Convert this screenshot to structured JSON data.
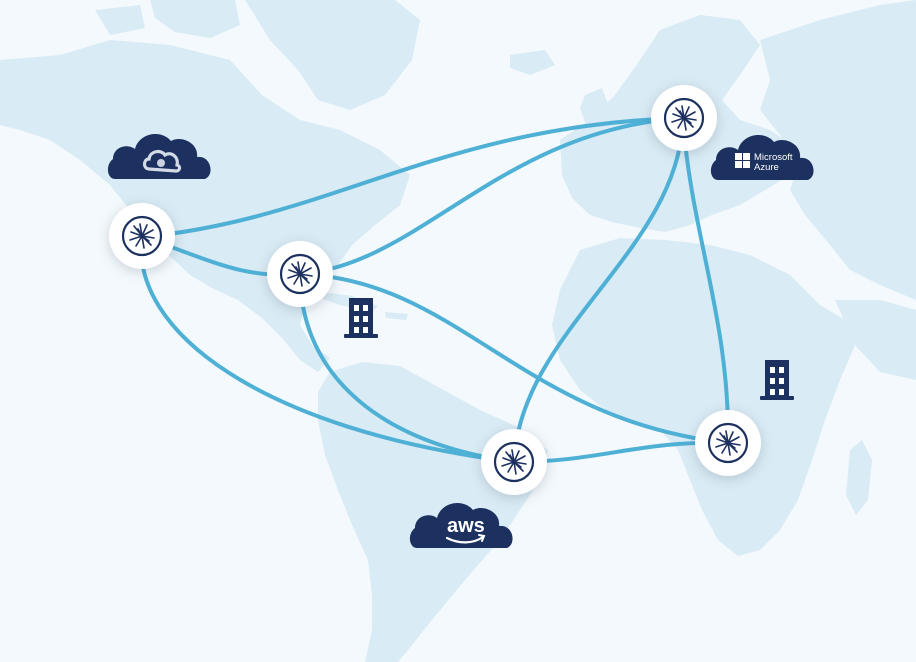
{
  "diagram": {
    "colors": {
      "background": "#f3f9fc",
      "land": "#d9ebf4",
      "link": "#4fb0d6",
      "node_fill": "#ffffff",
      "node_ring": "#1c3160",
      "icon_dark": "#1c3160"
    },
    "nodes": [
      {
        "id": "n-west-na",
        "icon": "starburst-icon"
      },
      {
        "id": "n-east-na",
        "icon": "starburst-icon"
      },
      {
        "id": "n-europe",
        "icon": "starburst-icon"
      },
      {
        "id": "n-south-america",
        "icon": "starburst-icon"
      },
      {
        "id": "n-africa",
        "icon": "starburst-icon"
      }
    ],
    "clouds": {
      "google": {
        "icon": "google-cloud-icon"
      },
      "azure": {
        "line1": "Microsoft",
        "line2": "Azure",
        "icon": "windows-logo-icon"
      },
      "aws": {
        "label": "aws",
        "icon": "amazon-smile-icon"
      }
    },
    "buildings": [
      {
        "id": "building-americas",
        "icon": "building-icon"
      },
      {
        "id": "building-africa",
        "icon": "building-icon"
      }
    ]
  }
}
